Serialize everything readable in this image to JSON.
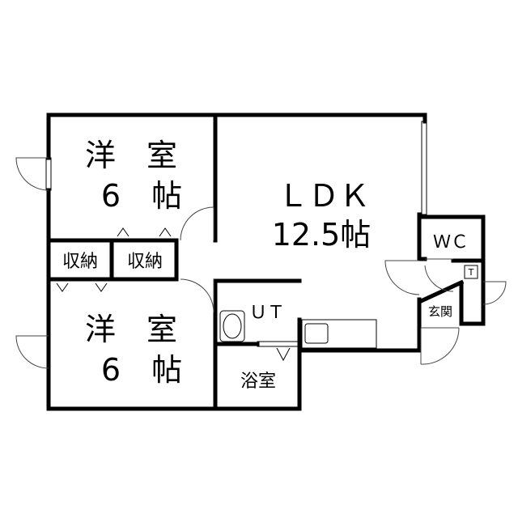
{
  "rooms": {
    "bedroom1": {
      "name": "洋　室",
      "size": "6　帖"
    },
    "bedroom2": {
      "name": "洋　室",
      "size": "6　帖"
    },
    "ldk": {
      "name": "ＬＤＫ",
      "size": "12.5帖"
    },
    "wc": "ＷＣ",
    "closet1": "収納",
    "closet2": "収納",
    "utility": "ＵＴ",
    "bath": "浴室",
    "entrance": "玄関",
    "telephone_mark": "T"
  }
}
